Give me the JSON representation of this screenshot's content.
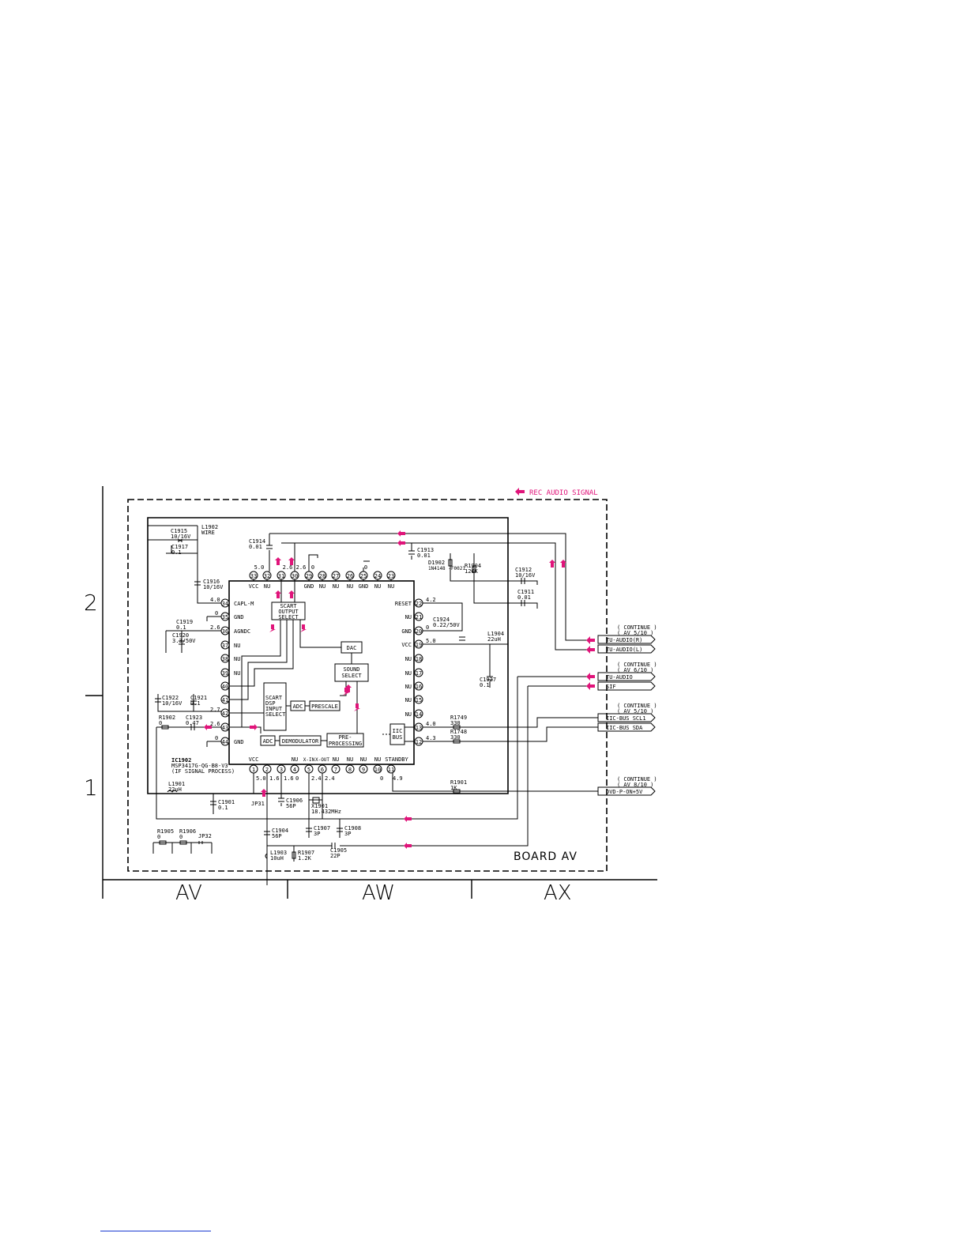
{
  "legend": {
    "label": "REC AUDIO SIGNAL",
    "color": "#e0147a"
  },
  "board": {
    "label": "BOARD AV"
  },
  "grid": {
    "rows": [
      "2",
      "1"
    ],
    "cols": [
      "AV",
      "AW",
      "AX"
    ]
  },
  "ic": {
    "ref": "IC1902",
    "part": "MSP3417G-QG-B8-V3",
    "function": "(IF SIGNAL PROCESS)"
  },
  "blocks": {
    "scart_out": [
      "SCART",
      "OUTPUT",
      "SELECT"
    ],
    "scart_dsp": [
      "SCART",
      "DSP",
      "INPUT",
      "SELECT"
    ],
    "dac": "DAC",
    "sound_select": [
      "SOUND",
      "SELECT"
    ],
    "adc1": "ADC",
    "prescale": "PRESCALE",
    "adc2": "ADC",
    "demodulator": "DEMODULATOR",
    "preprocessing": [
      "PRE-",
      "PROCESSING"
    ],
    "iic_bus": [
      "IIC",
      "BUS"
    ]
  },
  "pins_top": [
    {
      "num": "33",
      "name": "VCC",
      "volt": "5.0"
    },
    {
      "num": "32",
      "name": "NU",
      "volt": ""
    },
    {
      "num": "31",
      "name": "",
      "volt": "2.6"
    },
    {
      "num": "30",
      "name": "",
      "volt": "2.6"
    },
    {
      "num": "29",
      "name": "GND",
      "volt": "0"
    },
    {
      "num": "28",
      "name": "NU",
      "volt": ""
    },
    {
      "num": "27",
      "name": "NU",
      "volt": ""
    },
    {
      "num": "26",
      "name": "NU",
      "volt": ""
    },
    {
      "num": "25",
      "name": "GND",
      "volt": "0"
    },
    {
      "num": "24",
      "name": "NU",
      "volt": ""
    },
    {
      "num": "23",
      "name": "NU",
      "volt": ""
    }
  ],
  "pins_left": [
    {
      "num": "34",
      "name": "CAPL-M",
      "volt": "4.0"
    },
    {
      "num": "35",
      "name": "GND",
      "volt": "0"
    },
    {
      "num": "36",
      "name": "AGNDC",
      "volt": "2.6"
    },
    {
      "num": "37",
      "name": "NU",
      "volt": ""
    },
    {
      "num": "38",
      "name": "NU",
      "volt": ""
    },
    {
      "num": "39",
      "name": "NU",
      "volt": ""
    },
    {
      "num": "40",
      "name": "",
      "volt": ""
    },
    {
      "num": "41",
      "name": "",
      "volt": ""
    },
    {
      "num": "42",
      "name": "",
      "volt": "2.7"
    },
    {
      "num": "43",
      "name": "",
      "volt": "2.6"
    },
    {
      "num": "44",
      "name": "GND",
      "volt": "0"
    }
  ],
  "pins_right": [
    {
      "num": "22",
      "name": "RESET",
      "volt": "4.2"
    },
    {
      "num": "21",
      "name": "NU",
      "volt": ""
    },
    {
      "num": "20",
      "name": "GND",
      "volt": "0"
    },
    {
      "num": "19",
      "name": "VCC",
      "volt": "5.0"
    },
    {
      "num": "18",
      "name": "NU",
      "volt": ""
    },
    {
      "num": "17",
      "name": "NU",
      "volt": ""
    },
    {
      "num": "16",
      "name": "NU",
      "volt": ""
    },
    {
      "num": "15",
      "name": "NU",
      "volt": ""
    },
    {
      "num": "14",
      "name": "NU",
      "volt": ""
    },
    {
      "num": "13",
      "name": "",
      "volt": "4.0"
    },
    {
      "num": "12",
      "name": "",
      "volt": "4.3"
    }
  ],
  "pins_bottom": [
    {
      "num": "1",
      "name": "VCC",
      "volt": "5.0"
    },
    {
      "num": "2",
      "name": "",
      "volt": "1.6"
    },
    {
      "num": "3",
      "name": "",
      "volt": "1.6"
    },
    {
      "num": "4",
      "name": "NU",
      "volt": "0"
    },
    {
      "num": "5",
      "name": "X-IN",
      "volt": "2.4"
    },
    {
      "num": "6",
      "name": "X-OUT",
      "volt": "2.4"
    },
    {
      "num": "7",
      "name": "NU",
      "volt": ""
    },
    {
      "num": "8",
      "name": "NU",
      "volt": ""
    },
    {
      "num": "9",
      "name": "NU",
      "volt": ""
    },
    {
      "num": "10",
      "name": "NU",
      "volt": "0"
    },
    {
      "num": "11",
      "name": "STANDBY",
      "volt": "4.9"
    }
  ],
  "components": [
    {
      "ref": "C1915",
      "value": "10/16V"
    },
    {
      "ref": "L1902",
      "value": "WIRE"
    },
    {
      "ref": "C1917",
      "value": "0.1"
    },
    {
      "ref": "C1916",
      "value": "10/16V"
    },
    {
      "ref": "C1914",
      "value": "0.01"
    },
    {
      "ref": "C1913",
      "value": "0.01"
    },
    {
      "ref": "D1902",
      "value": "1N4148 -F0021"
    },
    {
      "ref": "R1904",
      "value": "120K"
    },
    {
      "ref": "C1912",
      "value": "10/16V"
    },
    {
      "ref": "C1911",
      "value": "0.01"
    },
    {
      "ref": "C1919",
      "value": "0.1"
    },
    {
      "ref": "C1920",
      "value": "3.3/50V"
    },
    {
      "ref": "C1924",
      "value": "0.22/50V"
    },
    {
      "ref": "L1904",
      "value": "22uH"
    },
    {
      "ref": "C1927",
      "value": "0.1"
    },
    {
      "ref": "C1922",
      "value": "10/16V"
    },
    {
      "ref": "C1921",
      "value": "0.1"
    },
    {
      "ref": "R1902",
      "value": "0"
    },
    {
      "ref": "C1923",
      "value": "0.47"
    },
    {
      "ref": "R1749",
      "value": "330"
    },
    {
      "ref": "R1748",
      "value": "330"
    },
    {
      "ref": "L1901",
      "value": "22uH"
    },
    {
      "ref": "C1901",
      "value": "0.1"
    },
    {
      "ref": "R1901",
      "value": "1K"
    },
    {
      "ref": "C1906",
      "value": "56P"
    },
    {
      "ref": "X1901",
      "value": "18.432MHz"
    },
    {
      "ref": "C1904",
      "value": "56P"
    },
    {
      "ref": "C1907",
      "value": "3P"
    },
    {
      "ref": "C1908",
      "value": "3P"
    },
    {
      "ref": "R1905",
      "value": "0"
    },
    {
      "ref": "R1906",
      "value": "0"
    },
    {
      "ref": "L1903",
      "value": "10uH"
    },
    {
      "ref": "R1907",
      "value": "1.2K"
    },
    {
      "ref": "C1905",
      "value": "22P"
    }
  ],
  "jumpers": {
    "jp31": "JP31",
    "jp32": "JP32"
  },
  "continues": [
    {
      "text": "( CONTINUE )",
      "page": "( AV 5/10 )"
    },
    {
      "text": "( CONTINUE )",
      "page": "( AV 6/10 )"
    },
    {
      "text": "( CONTINUE )",
      "page": "( AV 5/10 )"
    },
    {
      "text": "( CONTINUE )",
      "page": "( AV 8/10 )"
    }
  ],
  "connectors": [
    "TU-AUDIO(R)",
    "TU-AUDIO(L)",
    "TU-AUDIO",
    "SIF",
    "IIC-BUS SCL1",
    "IIC-BUS SDA",
    "DVD-P-ON+5V"
  ]
}
